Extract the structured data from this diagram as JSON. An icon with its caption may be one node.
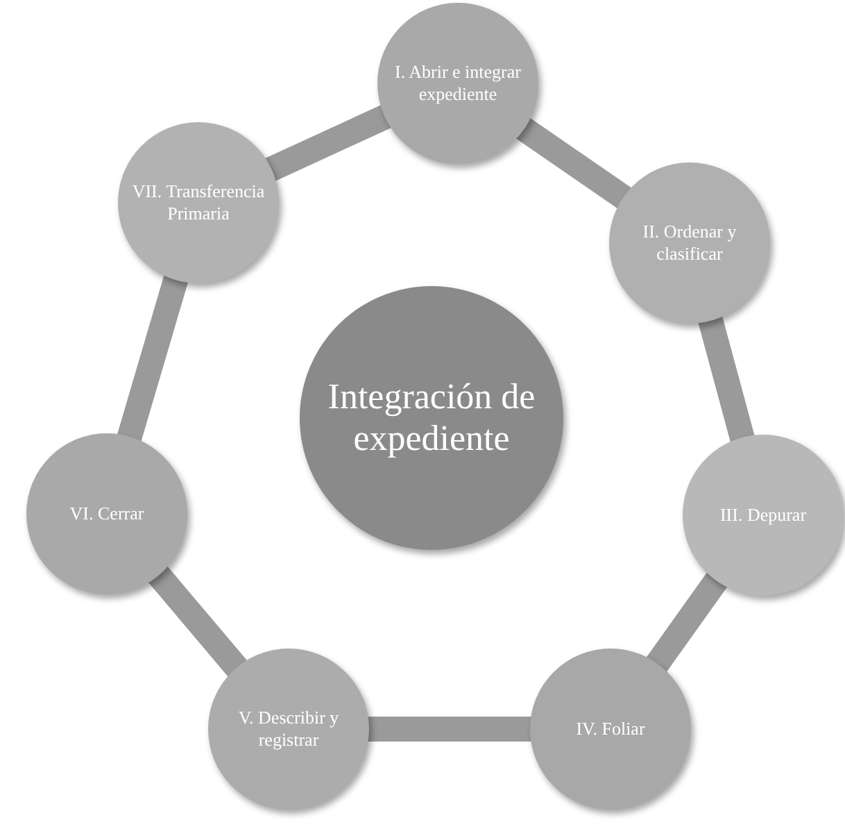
{
  "diagram": {
    "nodes": [
      {
        "text": [
          "I. Abrir e integrar expediente"
        ]
      },
      {
        "text": [
          "II. Ordenar y clasificar"
        ]
      },
      {
        "text": [
          "III. Depurar"
        ]
      },
      {
        "text": [
          "IV. Foliar"
        ]
      },
      {
        "text": [
          "V. Describir y registrar"
        ]
      },
      {
        "text": [
          "VI. Cerrar"
        ]
      },
      {
        "text": [
          "VII. Transferencia Primaria"
        ]
      },
      {
        "text": [
          "Integración de expediente"
        ]
      }
    ],
    "edges": [
      {
        "from": 0,
        "to": 1,
        "arrow": "none"
      },
      {
        "from": 1,
        "to": 2,
        "arrow": "none"
      },
      {
        "from": 2,
        "to": 3,
        "arrow": "none"
      },
      {
        "from": 3,
        "to": 4,
        "arrow": "none"
      },
      {
        "from": 4,
        "to": 5,
        "arrow": "none"
      },
      {
        "from": 5,
        "to": 6,
        "arrow": "none"
      },
      {
        "from": 6,
        "to": 0,
        "arrow": "none"
      }
    ]
  }
}
